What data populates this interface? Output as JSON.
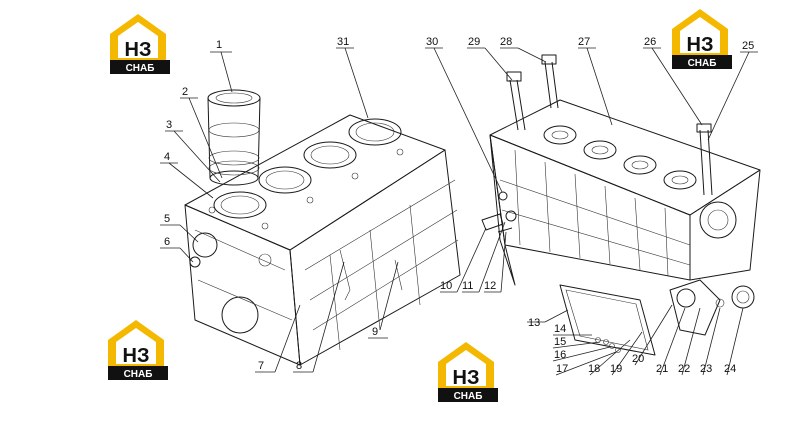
{
  "logo": {
    "letters": "НЗ",
    "caption": "СНАБ",
    "gold": "#f5b800",
    "dark": "#111111"
  },
  "callouts": [
    "1",
    "2",
    "3",
    "4",
    "5",
    "6",
    "7",
    "8",
    "9",
    "10",
    "11",
    "12",
    "13",
    "14",
    "15",
    "16",
    "17",
    "18",
    "19",
    "20",
    "21",
    "22",
    "23",
    "24",
    "25",
    "26",
    "27",
    "28",
    "29",
    "30",
    "31"
  ]
}
